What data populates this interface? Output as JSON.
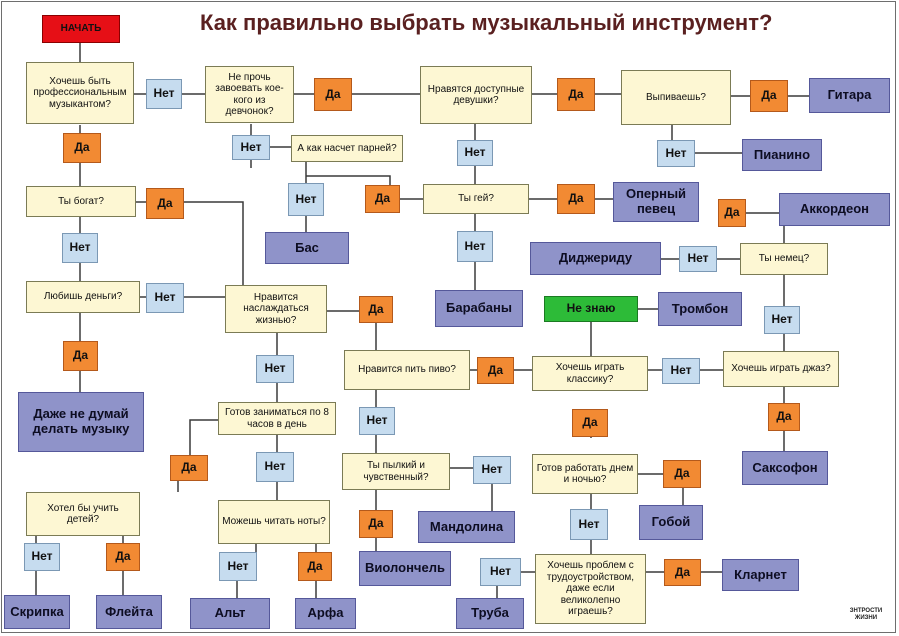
{
  "title": "Как правильно выбрать музыкальный инструмент?",
  "logo": "ЗНТРОСТИ ЖИЗНИ",
  "labels": {
    "yes": "Да",
    "no": "Нет"
  },
  "start": "НАЧАТЬ",
  "dunno": "Не знаю",
  "questions": {
    "professional": "Хочешь быть профессиональным музыкантом?",
    "impress_girls": "Не прочь завоевать кое-кого из девчонок?",
    "easy_girls": "Нравятся доступные девушки?",
    "drink": "Выпиваешь?",
    "guys": "А как насчет парней?",
    "rich": "Ты богат?",
    "gay": "Ты гей?",
    "deaf": "Ты немец?",
    "money": "Любишь деньги?",
    "enjoy_life": "Нравится наслаждаться жизнью?",
    "beer": "Нравится пить пиво?",
    "classic": "Хочешь играть классику?",
    "jazz": "Хочешь играть джаз?",
    "practice": "Готов заниматься по 8 часов в день",
    "passionate": "Ты пылкий и чувственный?",
    "day_night": "Готов работать днем и ночью?",
    "teach": "Хотел бы учить детей?",
    "read_notes": "Можешь читать ноты?",
    "employment": "Хочешь проблем с трудоустройством, даже если великолепно играешь?"
  },
  "results": {
    "guitar": "Гитара",
    "piano": "Пианино",
    "opera": "Оперный певец",
    "accordion": "Аккордеон",
    "bass": "Бас",
    "didgeridoo": "Диджериду",
    "drums": "Барабаны",
    "trombone": "Тромбон",
    "no_music": "Даже не думай делать музыку",
    "sax": "Саксофон",
    "mandolin": "Мандолина",
    "oboe": "Гобой",
    "clarinet": "Кларнет",
    "violin": "Скрипка",
    "flute": "Флейта",
    "cello": "Виолончель",
    "trumpet": "Труба",
    "viola": "Альт",
    "harp": "Арфа"
  }
}
